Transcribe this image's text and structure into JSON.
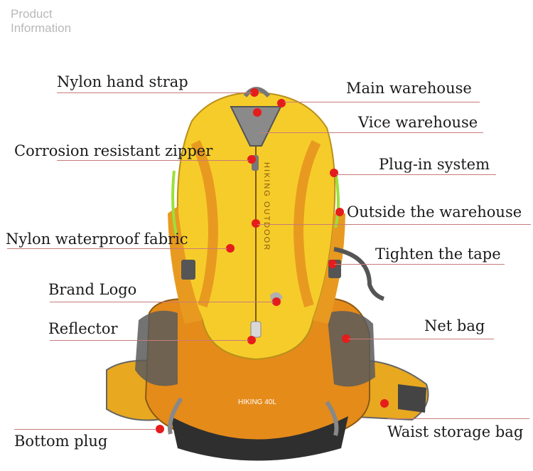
{
  "header": {
    "line1": "Product",
    "line2": "Information"
  },
  "product": {
    "side_text": "HIKING OUTDOOR",
    "model": "HIKING 40L"
  },
  "colors": {
    "body": "#f6cc2a",
    "accent": "#e89a20",
    "dark": "#3a3a3a",
    "dot": "#e51c1c",
    "leader": "#c77b7b"
  },
  "callouts": [
    {
      "label": "Nylon hand strap"
    },
    {
      "label": "Main warehouse"
    },
    {
      "label": "Vice warehouse"
    },
    {
      "label": "Corrosion resistant zipper"
    },
    {
      "label": "Plug-in system"
    },
    {
      "label": "Outside the warehouse"
    },
    {
      "label": "Nylon waterproof fabric"
    },
    {
      "label": "Tighten the tape"
    },
    {
      "label": "Brand Logo"
    },
    {
      "label": "Reflector"
    },
    {
      "label": "Net bag"
    },
    {
      "label": "Waist storage bag"
    },
    {
      "label": "Bottom plug"
    }
  ]
}
